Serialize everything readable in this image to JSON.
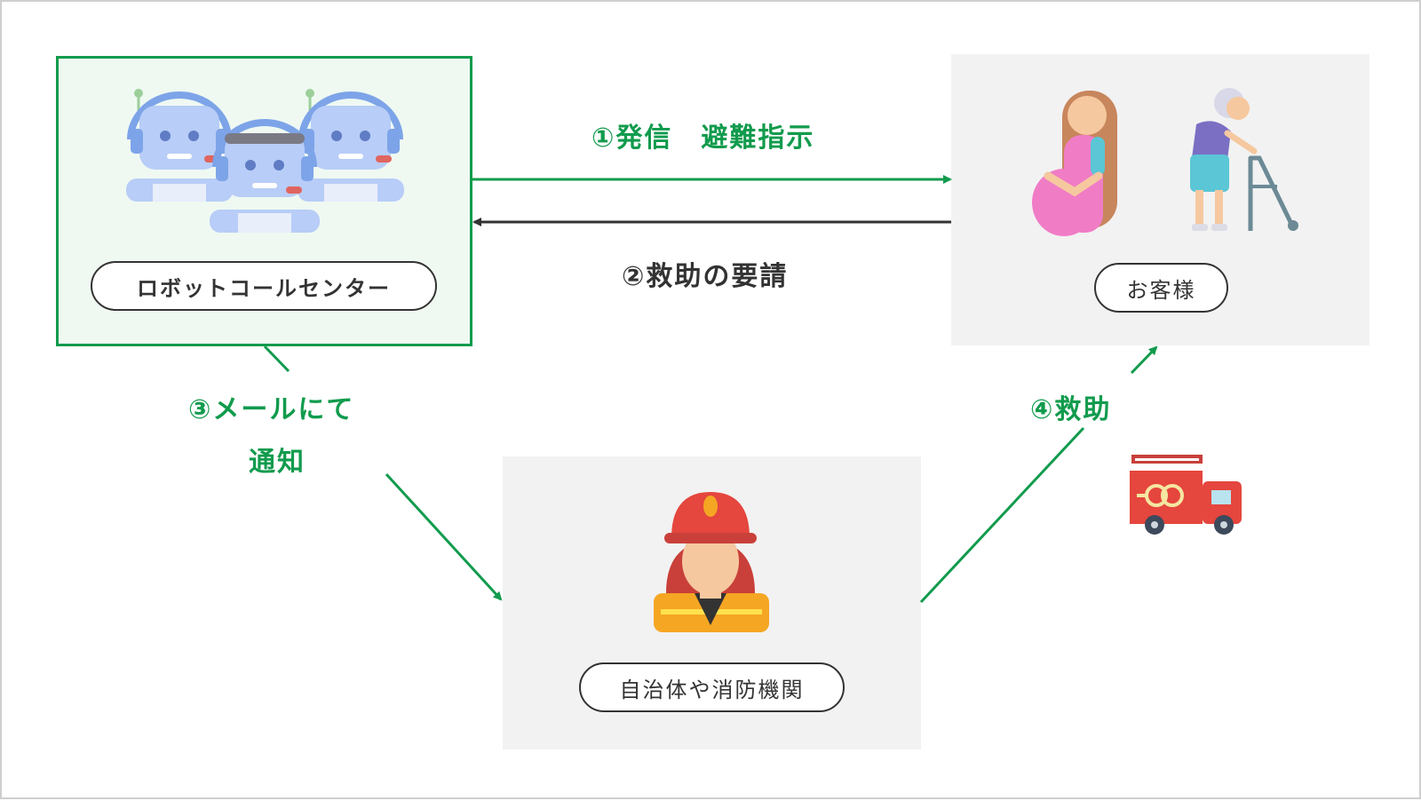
{
  "call_center": {
    "label": "ロボットコールセンター"
  },
  "customers": {
    "label": "お客様"
  },
  "authorities": {
    "label": "自治体や消防機関"
  },
  "arrows": {
    "step1": "①発信　避難指示",
    "step2": "②救助の要請",
    "step3_line1": "③メールにて",
    "step3_line2": "通知",
    "step4": "④救助"
  },
  "icons": {
    "call_center": "robot-operator-icon",
    "customer_pregnant": "pregnant-woman-icon",
    "customer_elderly": "elderly-walker-icon",
    "authority": "firefighter-icon",
    "rescue_vehicle": "fire-truck-icon"
  },
  "colors": {
    "accent_green": "#119b4d",
    "dark_arrow": "#333333",
    "panel_gray": "#f2f2f2",
    "panel_green": "#eff9f2"
  }
}
